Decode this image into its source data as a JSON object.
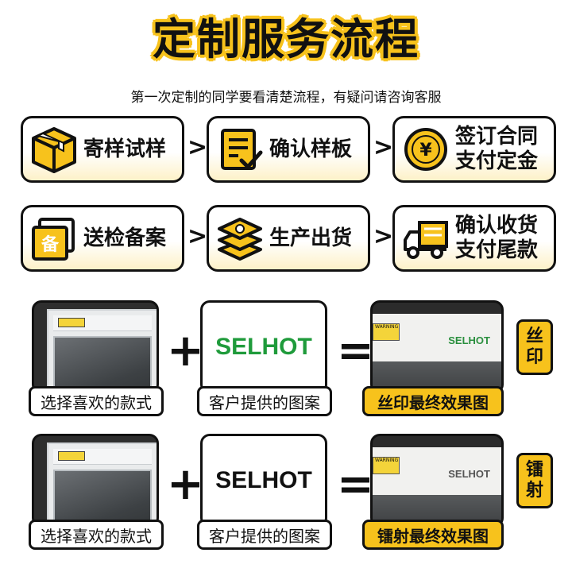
{
  "title": "定制服务流程",
  "subtitle": "第一次定制的同学要看清楚流程，有疑问请咨询客服",
  "colors": {
    "accent": "#f7c21c",
    "border": "#111111",
    "green_brand": "#1f9b3b"
  },
  "steps": [
    {
      "label": "寄样试样",
      "icon": "package-box-icon"
    },
    {
      "label": "确认样板",
      "icon": "document-check-icon"
    },
    {
      "label_line1": "签订合同",
      "label_line2": "支付定金",
      "icon": "yen-coin-icon"
    },
    {
      "label": "送检备案",
      "icon": "filing-stamp-icon",
      "icon_text": "备"
    },
    {
      "label": "生产出货",
      "icon": "stacked-layers-icon"
    },
    {
      "label_line1": "确认收货",
      "label_line2": "支付尾款",
      "icon": "delivery-truck-icon"
    }
  ],
  "arrows": [
    ">",
    ">",
    ">",
    ">"
  ],
  "rows": [
    {
      "choose_caption": "选择喜欢的款式",
      "plus": "+",
      "logo_text": "SELHOT",
      "logo_caption": "客户提供的图案",
      "equals": "=",
      "result_logo_text": "SELHOT",
      "result_warning_text": "WARNING",
      "result_caption": "丝印最终效果图",
      "tag_line1": "丝",
      "tag_line2": "印"
    },
    {
      "choose_caption": "选择喜欢的款式",
      "plus": "+",
      "logo_text": "SELHOT",
      "logo_caption": "客户提供的图案",
      "equals": "=",
      "result_logo_text": "SELHOT",
      "result_warning_text": "WARNING",
      "result_caption": "镭射最终效果图",
      "tag_line1": "镭",
      "tag_line2": "射"
    }
  ]
}
